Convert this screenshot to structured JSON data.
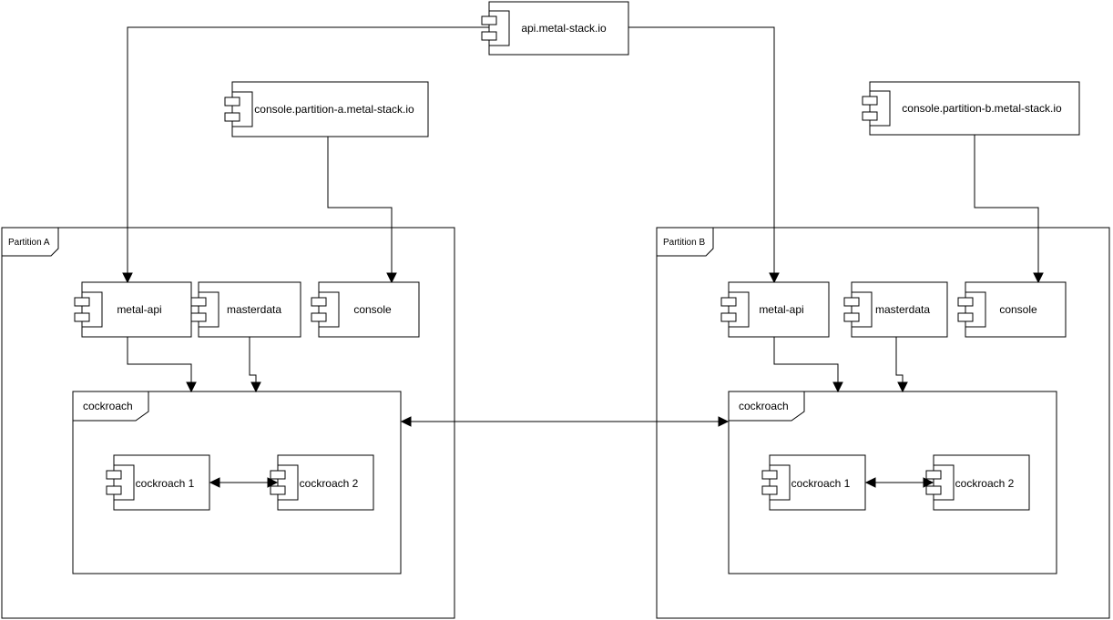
{
  "diagram": {
    "colors": {
      "stroke": "#000000",
      "fill": "#ffffff",
      "background": "#ffffff"
    },
    "icons": {
      "component": "uml-component-icon"
    },
    "nodes": {
      "api": "api.metal-stack.io",
      "console_a": "console.partition-a.metal-stack.io",
      "console_b": "console.partition-b.metal-stack.io"
    },
    "partition_a": {
      "label": "Partition A",
      "metal_api": "metal-api",
      "masterdata": "masterdata",
      "console": "console",
      "cockroach_frame": "cockroach",
      "cockroach1": "cockroach 1",
      "cockroach2": "cockroach 2"
    },
    "partition_b": {
      "label": "Partition B",
      "metal_api": "metal-api",
      "masterdata": "masterdata",
      "console": "console",
      "cockroach_frame": "cockroach",
      "cockroach1": "cockroach 1",
      "cockroach2": "cockroach 2"
    },
    "edges": [
      {
        "from": "api.metal-stack.io",
        "to": "Partition A / metal-api",
        "direction": "one-way"
      },
      {
        "from": "api.metal-stack.io",
        "to": "Partition B / metal-api",
        "direction": "one-way"
      },
      {
        "from": "console.partition-a.metal-stack.io",
        "to": "Partition A / console",
        "direction": "one-way"
      },
      {
        "from": "console.partition-b.metal-stack.io",
        "to": "Partition B / console",
        "direction": "one-way"
      },
      {
        "from": "Partition A / metal-api",
        "to": "Partition A / cockroach",
        "direction": "one-way"
      },
      {
        "from": "Partition A / masterdata",
        "to": "Partition A / cockroach",
        "direction": "one-way"
      },
      {
        "from": "Partition B / metal-api",
        "to": "Partition B / cockroach",
        "direction": "one-way"
      },
      {
        "from": "Partition B / masterdata",
        "to": "Partition B / cockroach",
        "direction": "one-way"
      },
      {
        "from": "Partition A / cockroach 1",
        "to": "Partition A / cockroach 2",
        "direction": "two-way"
      },
      {
        "from": "Partition B / cockroach 1",
        "to": "Partition B / cockroach 2",
        "direction": "two-way"
      },
      {
        "from": "Partition A / cockroach",
        "to": "Partition B / cockroach",
        "direction": "two-way"
      }
    ]
  }
}
